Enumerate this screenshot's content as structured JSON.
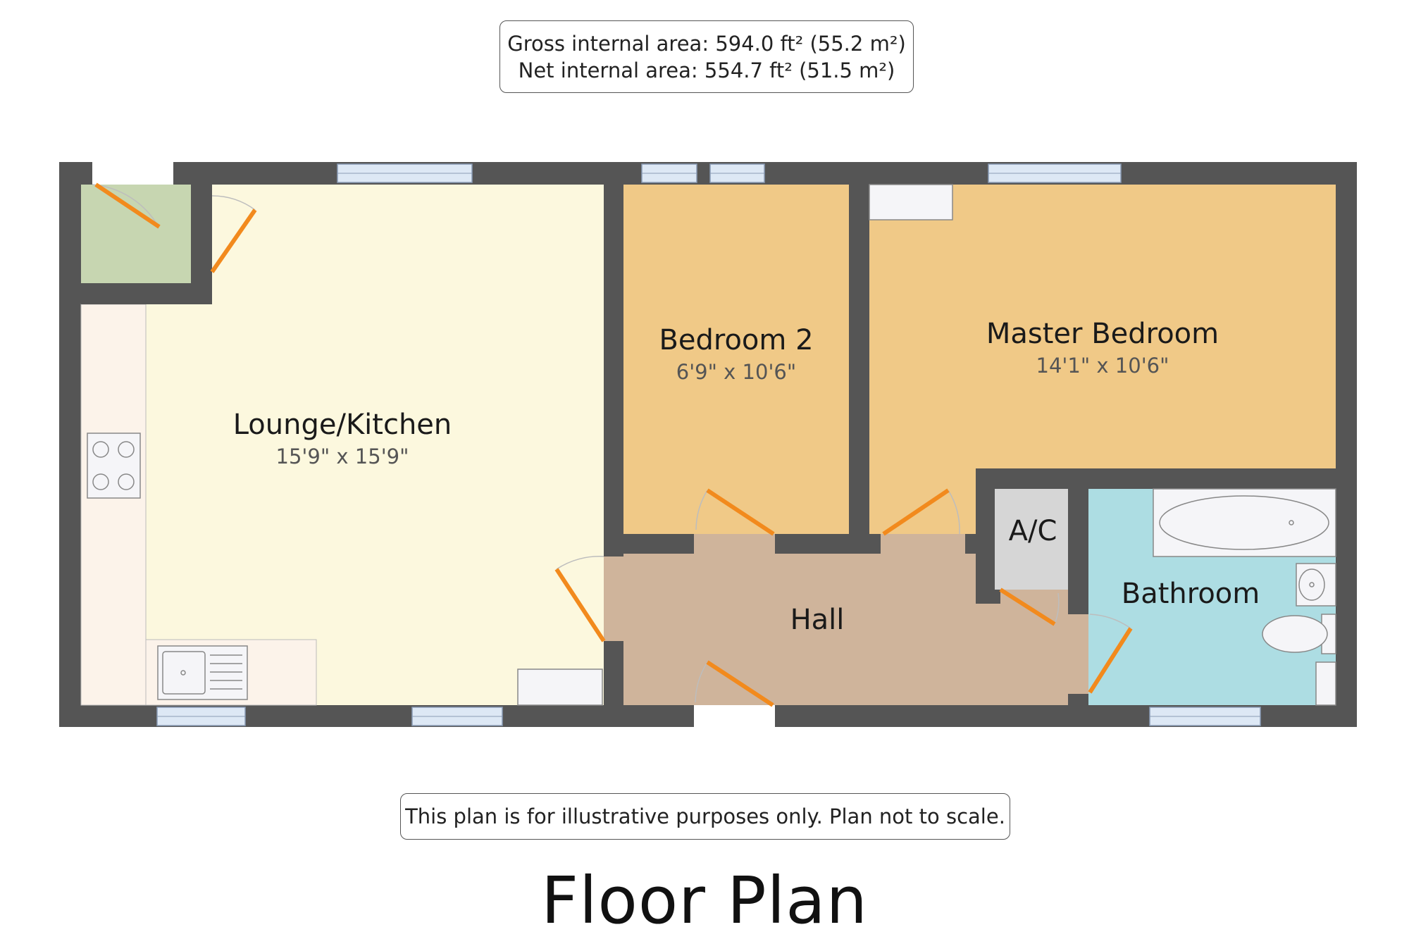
{
  "areas": {
    "gross": "Gross internal area: 594.0 ft² (55.2 m²)",
    "net": "Net internal area: 554.7 ft² (51.5 m²)"
  },
  "rooms": {
    "lounge": {
      "name": "Lounge/Kitchen",
      "dims": "15'9\" x 15'9\""
    },
    "bedroom2": {
      "name": "Bedroom 2",
      "dims": "6'9\" x 10'6\""
    },
    "master": {
      "name": "Master Bedroom",
      "dims": "14'1\" x 10'6\""
    },
    "hall": {
      "name": "Hall"
    },
    "ac": {
      "name": "A/C"
    },
    "bathroom": {
      "name": "Bathroom"
    }
  },
  "disclaimer": "This plan is for illustrative purposes only. Plan not to scale.",
  "title": "Floor Plan",
  "colors": {
    "wall": "#555555",
    "lounge": "#fcf8de",
    "kitchen_counter": "#fcf3ea",
    "entry": "#c7d6b1",
    "bedroom": "#f0c987",
    "hall": "#cfb49b",
    "bathroom": "#addde3",
    "ac": "#d6d6d6",
    "door": "#f28a1d",
    "window": "#dde8f5"
  }
}
